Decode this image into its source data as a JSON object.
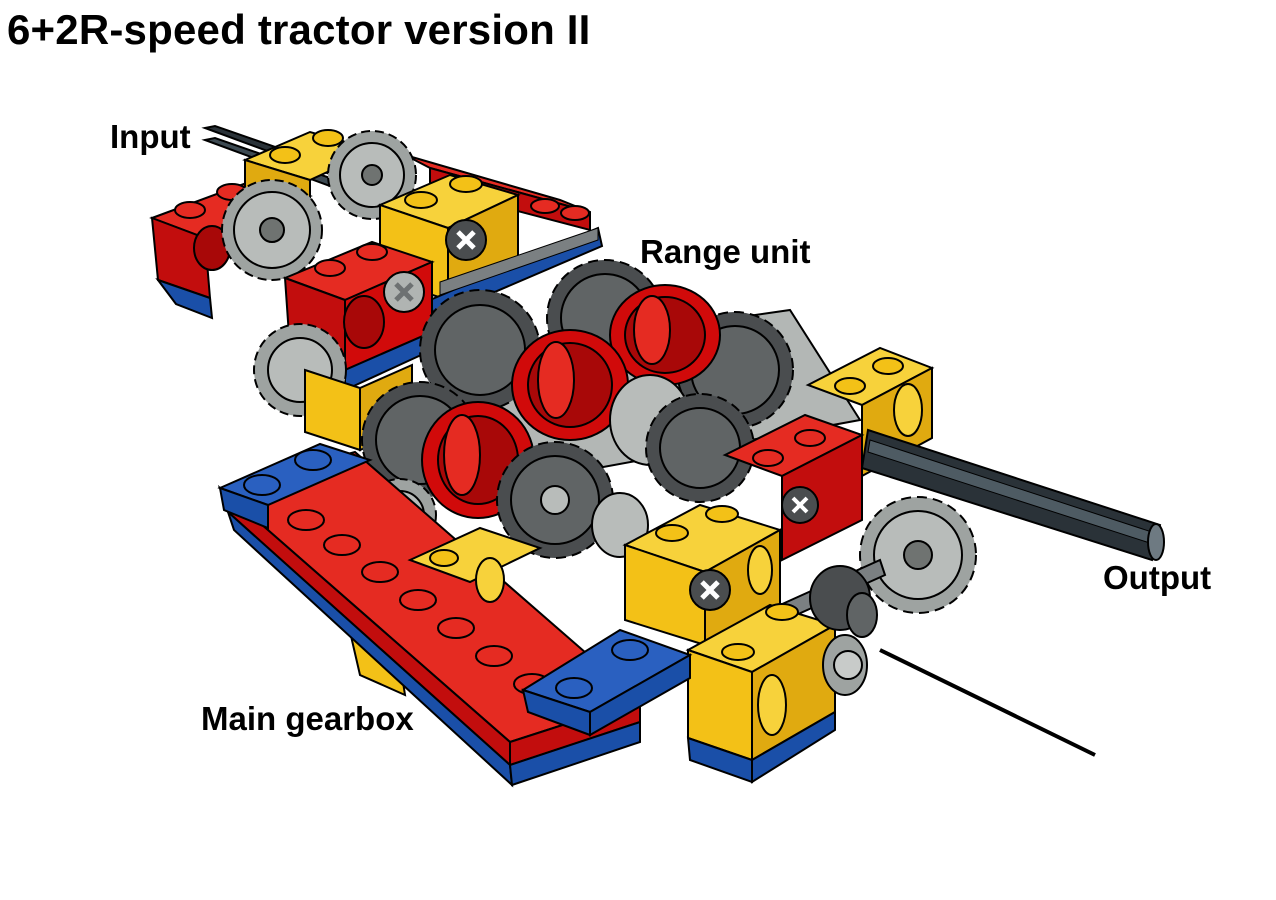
{
  "title": "6+2R-speed tractor version II",
  "labels": {
    "input": "Input",
    "range_unit": "Range unit",
    "output": "Output",
    "main_gearbox": "Main gearbox"
  },
  "colors": {
    "red": "#d10a0a",
    "yellow": "#f3c117",
    "blue": "#1a4fa8",
    "dark_gray": "#4a4d4f",
    "light_gray": "#a9adab",
    "axle": "#2a3238",
    "background": "#ffffff"
  },
  "components": [
    "input-axle",
    "output-axle",
    "range-unit",
    "main-gearbox",
    "red-clutch-gears",
    "gray-gears",
    "frame-beams"
  ]
}
